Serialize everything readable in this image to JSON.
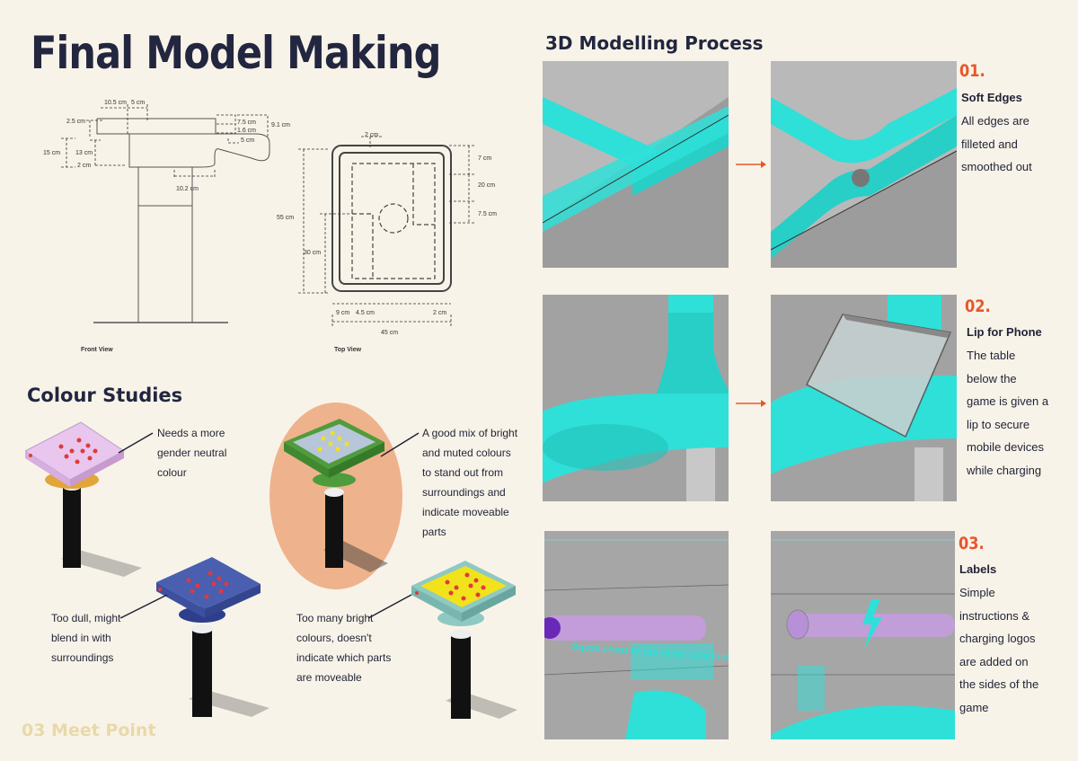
{
  "page": {
    "title": "Final Model Making",
    "footer": "03 Meet Point"
  },
  "sketches": {
    "front_view_label": "Front View",
    "top_view_label": "Top View",
    "front_dims": [
      "10.5 cm",
      "5 cm",
      "2.5 cm",
      "7.5 cm",
      "1.6 cm",
      "9.1 cm",
      "5 cm",
      "15 cm",
      "13 cm",
      "2 cm",
      "10.2 cm"
    ],
    "top_dims": [
      "2 cm",
      "7 cm",
      "20 cm",
      "7.5 cm",
      "55 cm",
      "30 cm",
      "9 cm",
      "4.5 cm",
      "2 cm",
      "45 cm"
    ]
  },
  "colour_studies": {
    "heading": "Colour Studies",
    "notes": [
      {
        "lines": [
          "Needs a more",
          "gender neutral",
          "colour"
        ]
      },
      {
        "lines": [
          "A good mix of bright",
          "and muted colours",
          "to stand out from",
          "surroundings and",
          "indicate moveable",
          "parts"
        ]
      },
      {
        "lines": [
          "Too dull, might",
          "blend in with",
          "surroundings"
        ]
      },
      {
        "lines": [
          "Too many bright",
          "colours, doesn't",
          "indicate which parts",
          "are moveable"
        ]
      }
    ],
    "colors": {
      "pink": "#e9c6ee",
      "green": "#4f9c3c",
      "blue": "#4a5fb0",
      "yellow": "#f1e21c",
      "highlight_bg": "#eeb38c"
    }
  },
  "modelling": {
    "heading": "3D Modelling Process",
    "accent": "#e8562a",
    "render_color": "#2fe0d8",
    "steps": [
      {
        "number": "01.",
        "title": "Soft Edges",
        "lines": [
          "All edges are",
          "filleted and",
          "smoothed out"
        ]
      },
      {
        "number": "02.",
        "title": "Lip for Phone",
        "lines": [
          "The table",
          "below the",
          "game is given a",
          "lip to secure",
          "mobile devices",
          "while charging"
        ]
      },
      {
        "number": "03.",
        "title": "Labels",
        "lines": [
          "Simple",
          "instructions &",
          "charging logos",
          "are added on",
          "the sides of the",
          "game"
        ]
      }
    ],
    "render_label": "Sqeze chest to the other side first"
  }
}
